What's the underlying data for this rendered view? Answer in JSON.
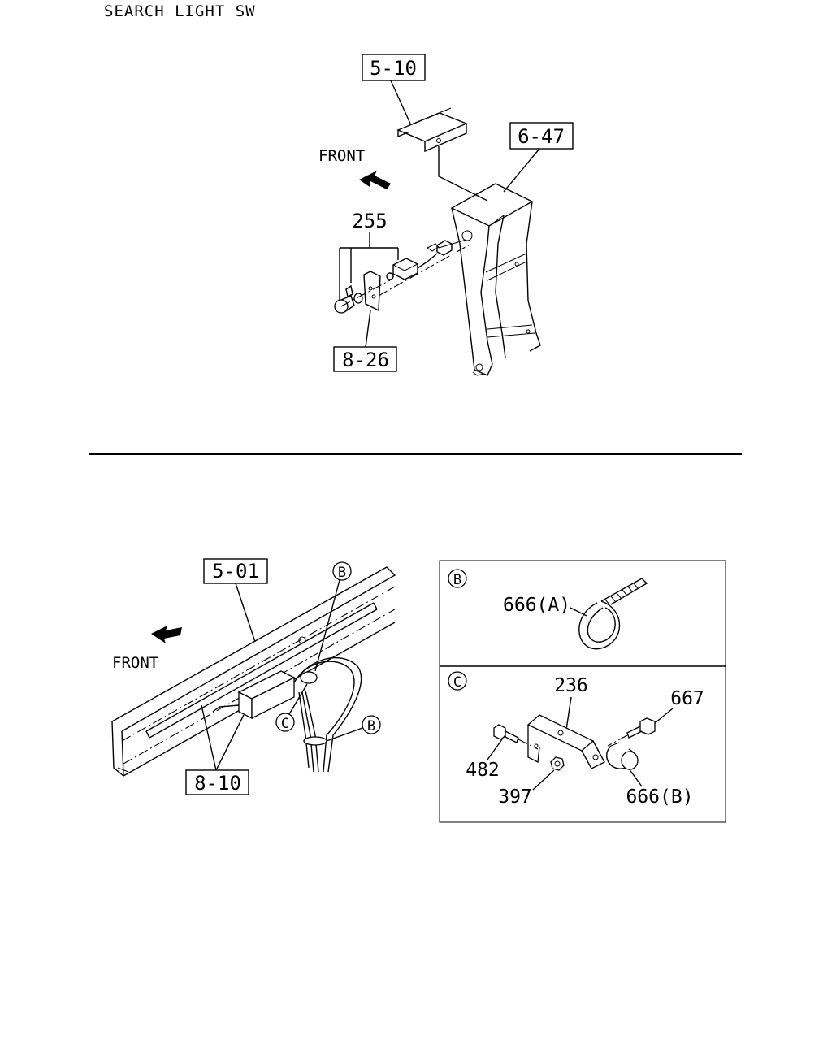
{
  "diagram": {
    "title": "SEARCH LIGHT SW",
    "top_view": {
      "ref_5_10": "5-10",
      "ref_6_47": "6-47",
      "ref_8_26": "8-26",
      "part_255": "255",
      "front_label": "FRONT"
    },
    "bottom_view": {
      "ref_5_01": "5-01",
      "ref_8_10": "8-10",
      "front_label": "FRONT",
      "callout_b_top": "B",
      "callout_b_right": "B",
      "callout_c": "C"
    },
    "detail_b": {
      "marker": "B",
      "part_666a": "666(A)"
    },
    "detail_c": {
      "marker": "C",
      "part_236": "236",
      "part_667": "667",
      "part_482": "482",
      "part_397": "397",
      "part_666b": "666(B)"
    }
  }
}
